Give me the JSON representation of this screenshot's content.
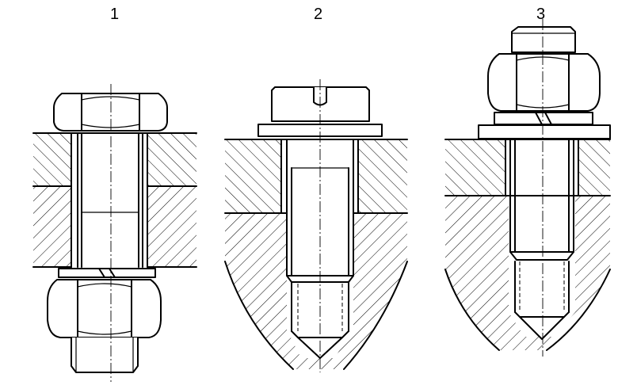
{
  "figures": [
    {
      "id": "1",
      "label": "1"
    },
    {
      "id": "2",
      "label": "2"
    },
    {
      "id": "3",
      "label": "3"
    }
  ]
}
